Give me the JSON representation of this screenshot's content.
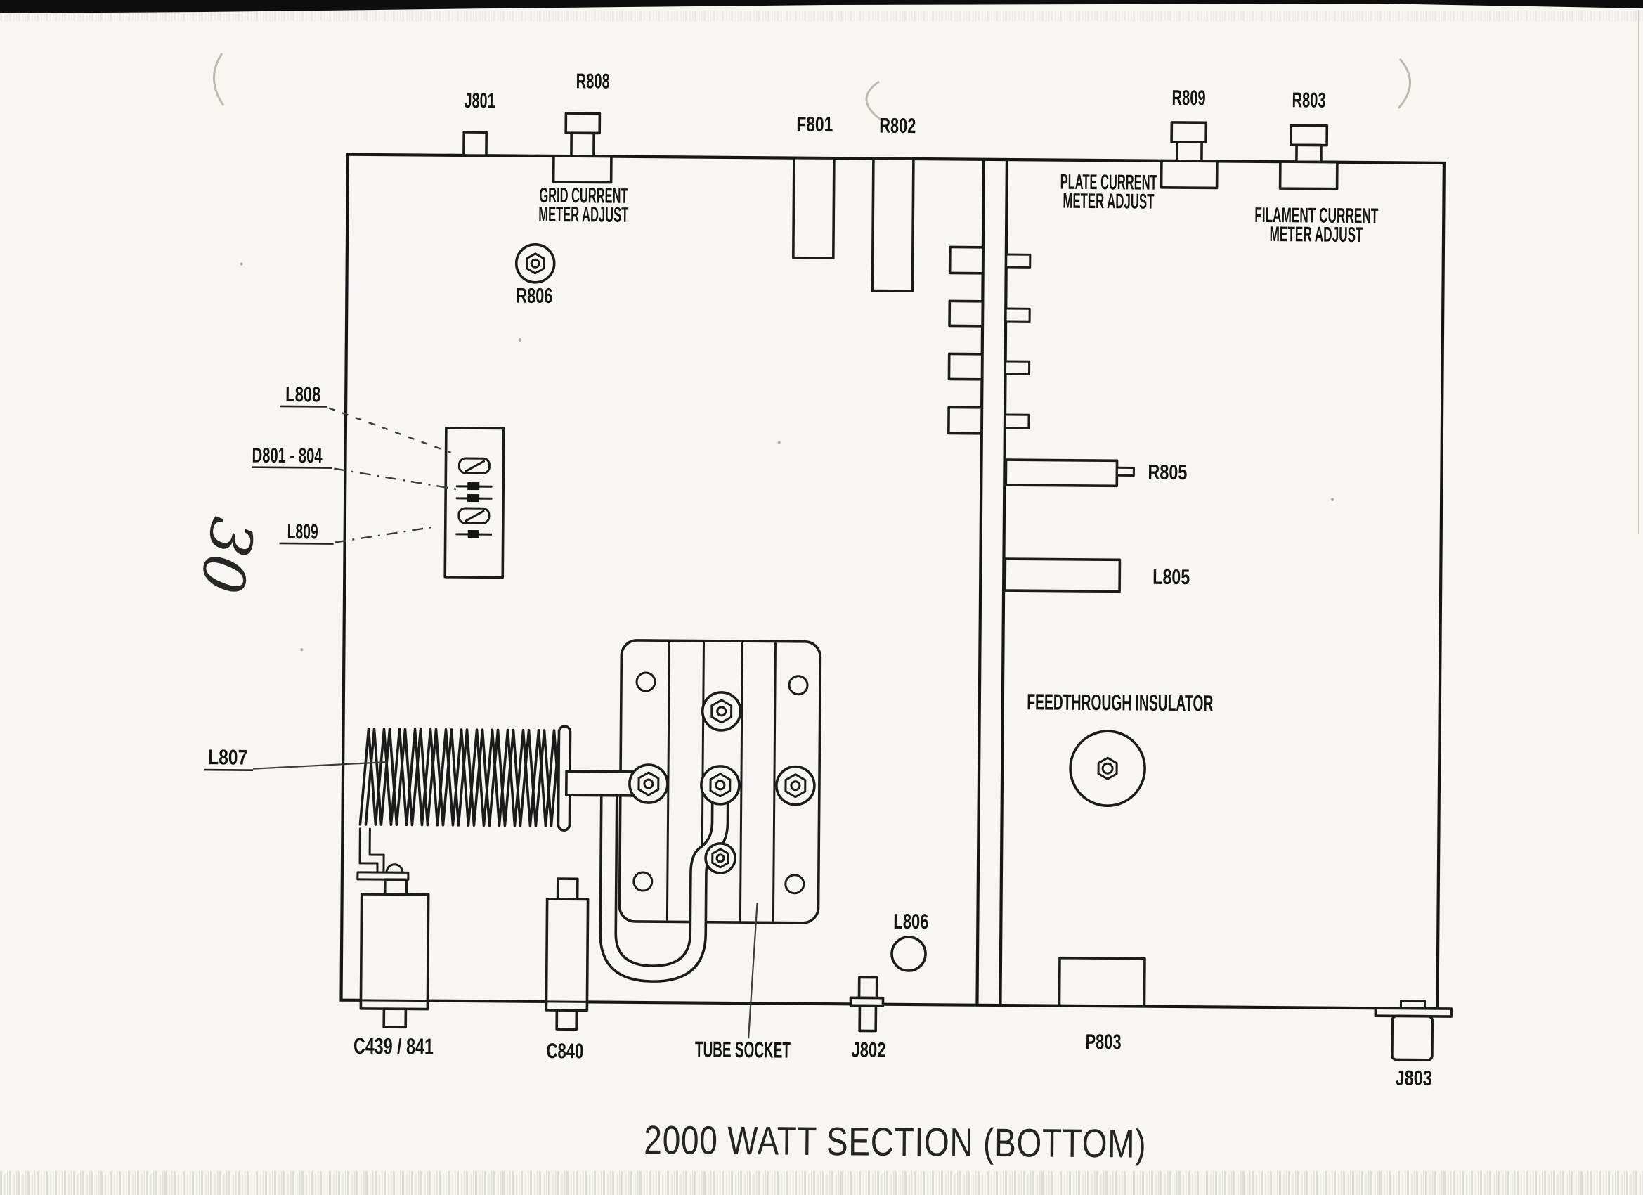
{
  "page": {
    "handwritten_page_number": "30",
    "caption": "2000 WATT SECTION  (BOTTOM)"
  },
  "labels": {
    "j801": "J801",
    "r808": "R808",
    "grid_current_adjust": {
      "line1": "GRID CURRENT",
      "line2": "METER ADJUST"
    },
    "f801": "F801",
    "r802": "R802",
    "r809": "R809",
    "r803": "R803",
    "plate_current_adjust": {
      "line1": "PLATE CURRENT",
      "line2": "METER ADJUST"
    },
    "filament_current_adjust": {
      "line1": "FILAMENT CURRENT",
      "line2": "METER ADJUST"
    },
    "r806": "R806",
    "l808": "L808",
    "d801_804": "D801 - 804",
    "l809": "L809",
    "r805": "R805",
    "l805": "L805",
    "feedthrough_insulator": "FEEDTHROUGH INSULATOR",
    "l807": "L807",
    "l806": "L806",
    "tube_socket": "TUBE SOCKET",
    "c439_841": "C439 / 841",
    "c840": "C840",
    "j802": "J802",
    "p803": "P803",
    "j803": "J803"
  }
}
